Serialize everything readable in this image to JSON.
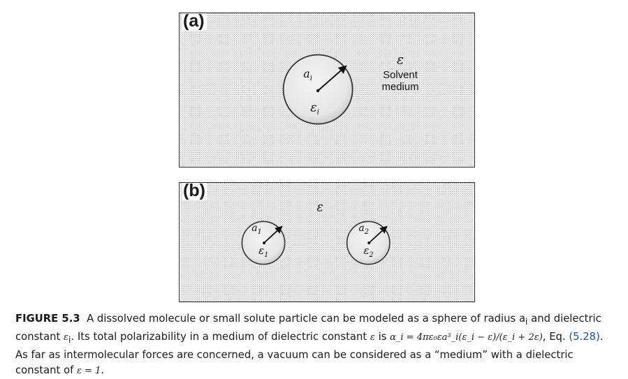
{
  "figure": {
    "panel_a": {
      "label": "(a)",
      "particle_radius": "a",
      "particle_radius_sub": "i",
      "particle_eps": "ε",
      "particle_eps_sub": "i",
      "medium_eps": "ε",
      "medium_line1": "Solvent",
      "medium_line2": "medium"
    },
    "panel_b": {
      "label": "(b)",
      "medium_eps": "ε",
      "particle1_radius": "a",
      "particle1_radius_sub": "1",
      "particle1_eps": "ε",
      "particle1_eps_sub": "1",
      "particle2_radius": "a",
      "particle2_radius_sub": "2",
      "particle2_eps": "ε",
      "particle2_eps_sub": "2"
    }
  },
  "caption": {
    "figure_label": "FIGURE 5.3",
    "text_1": "A dissolved molecule or small solute particle can be modeled as a sphere of radius a",
    "sub_i_1": "i",
    "text_2": " and dielectric constant ",
    "eps_i": "ε",
    "sub_i_2": "i",
    "text_3": ". Its total polarizability in a medium of dielectric constant ",
    "eps": "ε",
    "text_4": " is ",
    "formula": "α_i = 4πε₀εa³_i(ε_i − ε)/(ε_i + 2ε)",
    "text_5": ", Eq. ",
    "eq_ref": "(5.28)",
    "text_6": ". As far as intermolecular forces are concerned, a vacuum can be considered as a “medium” with a dielectric constant of ",
    "final_formula": "ε = 1",
    "text_7": "."
  }
}
